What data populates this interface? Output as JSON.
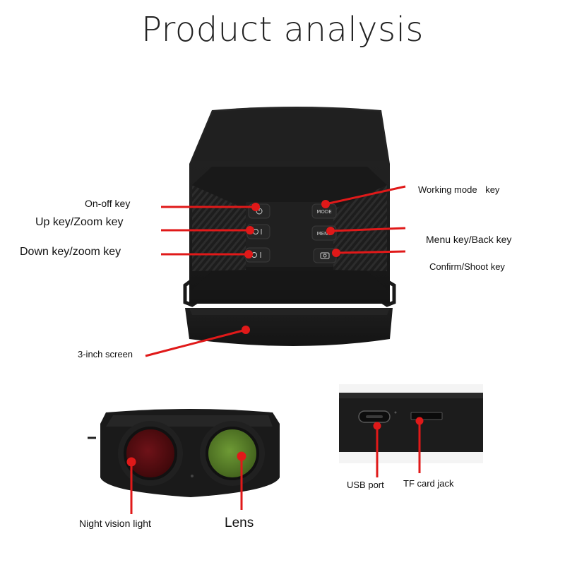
{
  "title": "Product analysis",
  "top_device": {
    "left_keys": [
      {
        "label": "On-off key"
      },
      {
        "label": "Up key/Zoom key"
      },
      {
        "label": "Down key/zoom key"
      }
    ],
    "right_keys": [
      {
        "label": "Working mode",
        "suffix": "key",
        "key_text": "MODE"
      },
      {
        "label": "Menu key/Back key",
        "key_text": "MENU"
      },
      {
        "label": "Confirm/Shoot key"
      }
    ],
    "screen_label": "3-inch screen"
  },
  "front_device": {
    "night_vision_label": "Night vision light",
    "lens_label": "Lens"
  },
  "port_closeup": {
    "usb_label": "USB port",
    "tf_label": "TF card jack"
  },
  "colors": {
    "pointer_line": "#e01919",
    "device_body": "#1b1b1b",
    "night_vision_light": "#5a0d12",
    "lens": "#5f8a2c"
  }
}
